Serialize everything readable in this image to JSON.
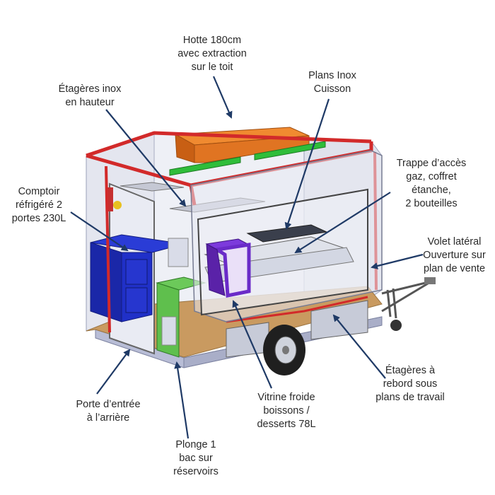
{
  "labels": {
    "hotte": "Hotte 180cm\navec extraction\nsur le toit",
    "etageres_hauteur": "Étagères inox\nen hauteur",
    "plans_inox": "Plans Inox\nCuisson",
    "trappe": "Trappe d’accès\ngaz, coffret\nétanche,\n2 bouteilles",
    "comptoir": "Comptoir\nréfrigéré 2\nportes 230L",
    "volet": "Volet latéral\nOuverture sur\nplan de vente",
    "etageres_rebord": "Étagères à\nrebord sous\nplans de travail",
    "porte": "Porte d’entrée\nà l’arrière",
    "vitrine": "Vitrine froide\nboissons /\ndesserts 78L",
    "plonge": "Plonge 1\nbac sur\nréservoirs"
  },
  "colors": {
    "arrow": "#1f3a66",
    "frame_red": "#d22a2a",
    "hood_orange": "#e07422",
    "led_green": "#2fbd3a",
    "fridge_blue": "#2030c8",
    "sink_green": "#5fbf4d",
    "vitrine_purple": "#6a2bc8",
    "wood_floor": "#c99a60"
  }
}
